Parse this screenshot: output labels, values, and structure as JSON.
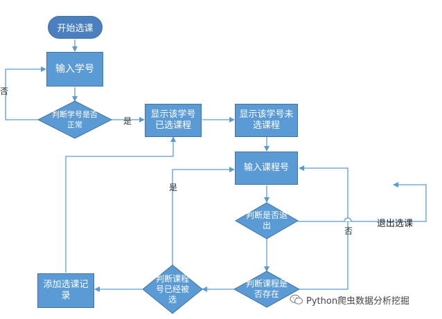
{
  "nodes": {
    "start": "开始选课",
    "input_student": "输入学号",
    "check_student": [
      "判断学号是否",
      "正常"
    ],
    "show_selected": [
      "显示该学号",
      "已选课程"
    ],
    "show_unselected": [
      "显示该学号未",
      "选课程"
    ],
    "input_course": "输入课程号",
    "check_exit": [
      "判断是否退",
      "出"
    ],
    "check_exists": [
      "判断课程是",
      "否存在"
    ],
    "check_taken": [
      "判断课程",
      "号已经被",
      "选"
    ],
    "add_record": [
      "添加选课记",
      "录"
    ],
    "exit_course": "退出选课"
  },
  "edge_labels": {
    "no_student": "否",
    "yes_student": "是",
    "yes_taken": "是",
    "no_exit": "否"
  },
  "watermark": {
    "text": "Python爬虫数据分析挖掘",
    "icon": "wechat-icon"
  },
  "colors": {
    "fill": "#5b9bd5",
    "stroke": "#41719c",
    "line": "#5b9bd5"
  }
}
